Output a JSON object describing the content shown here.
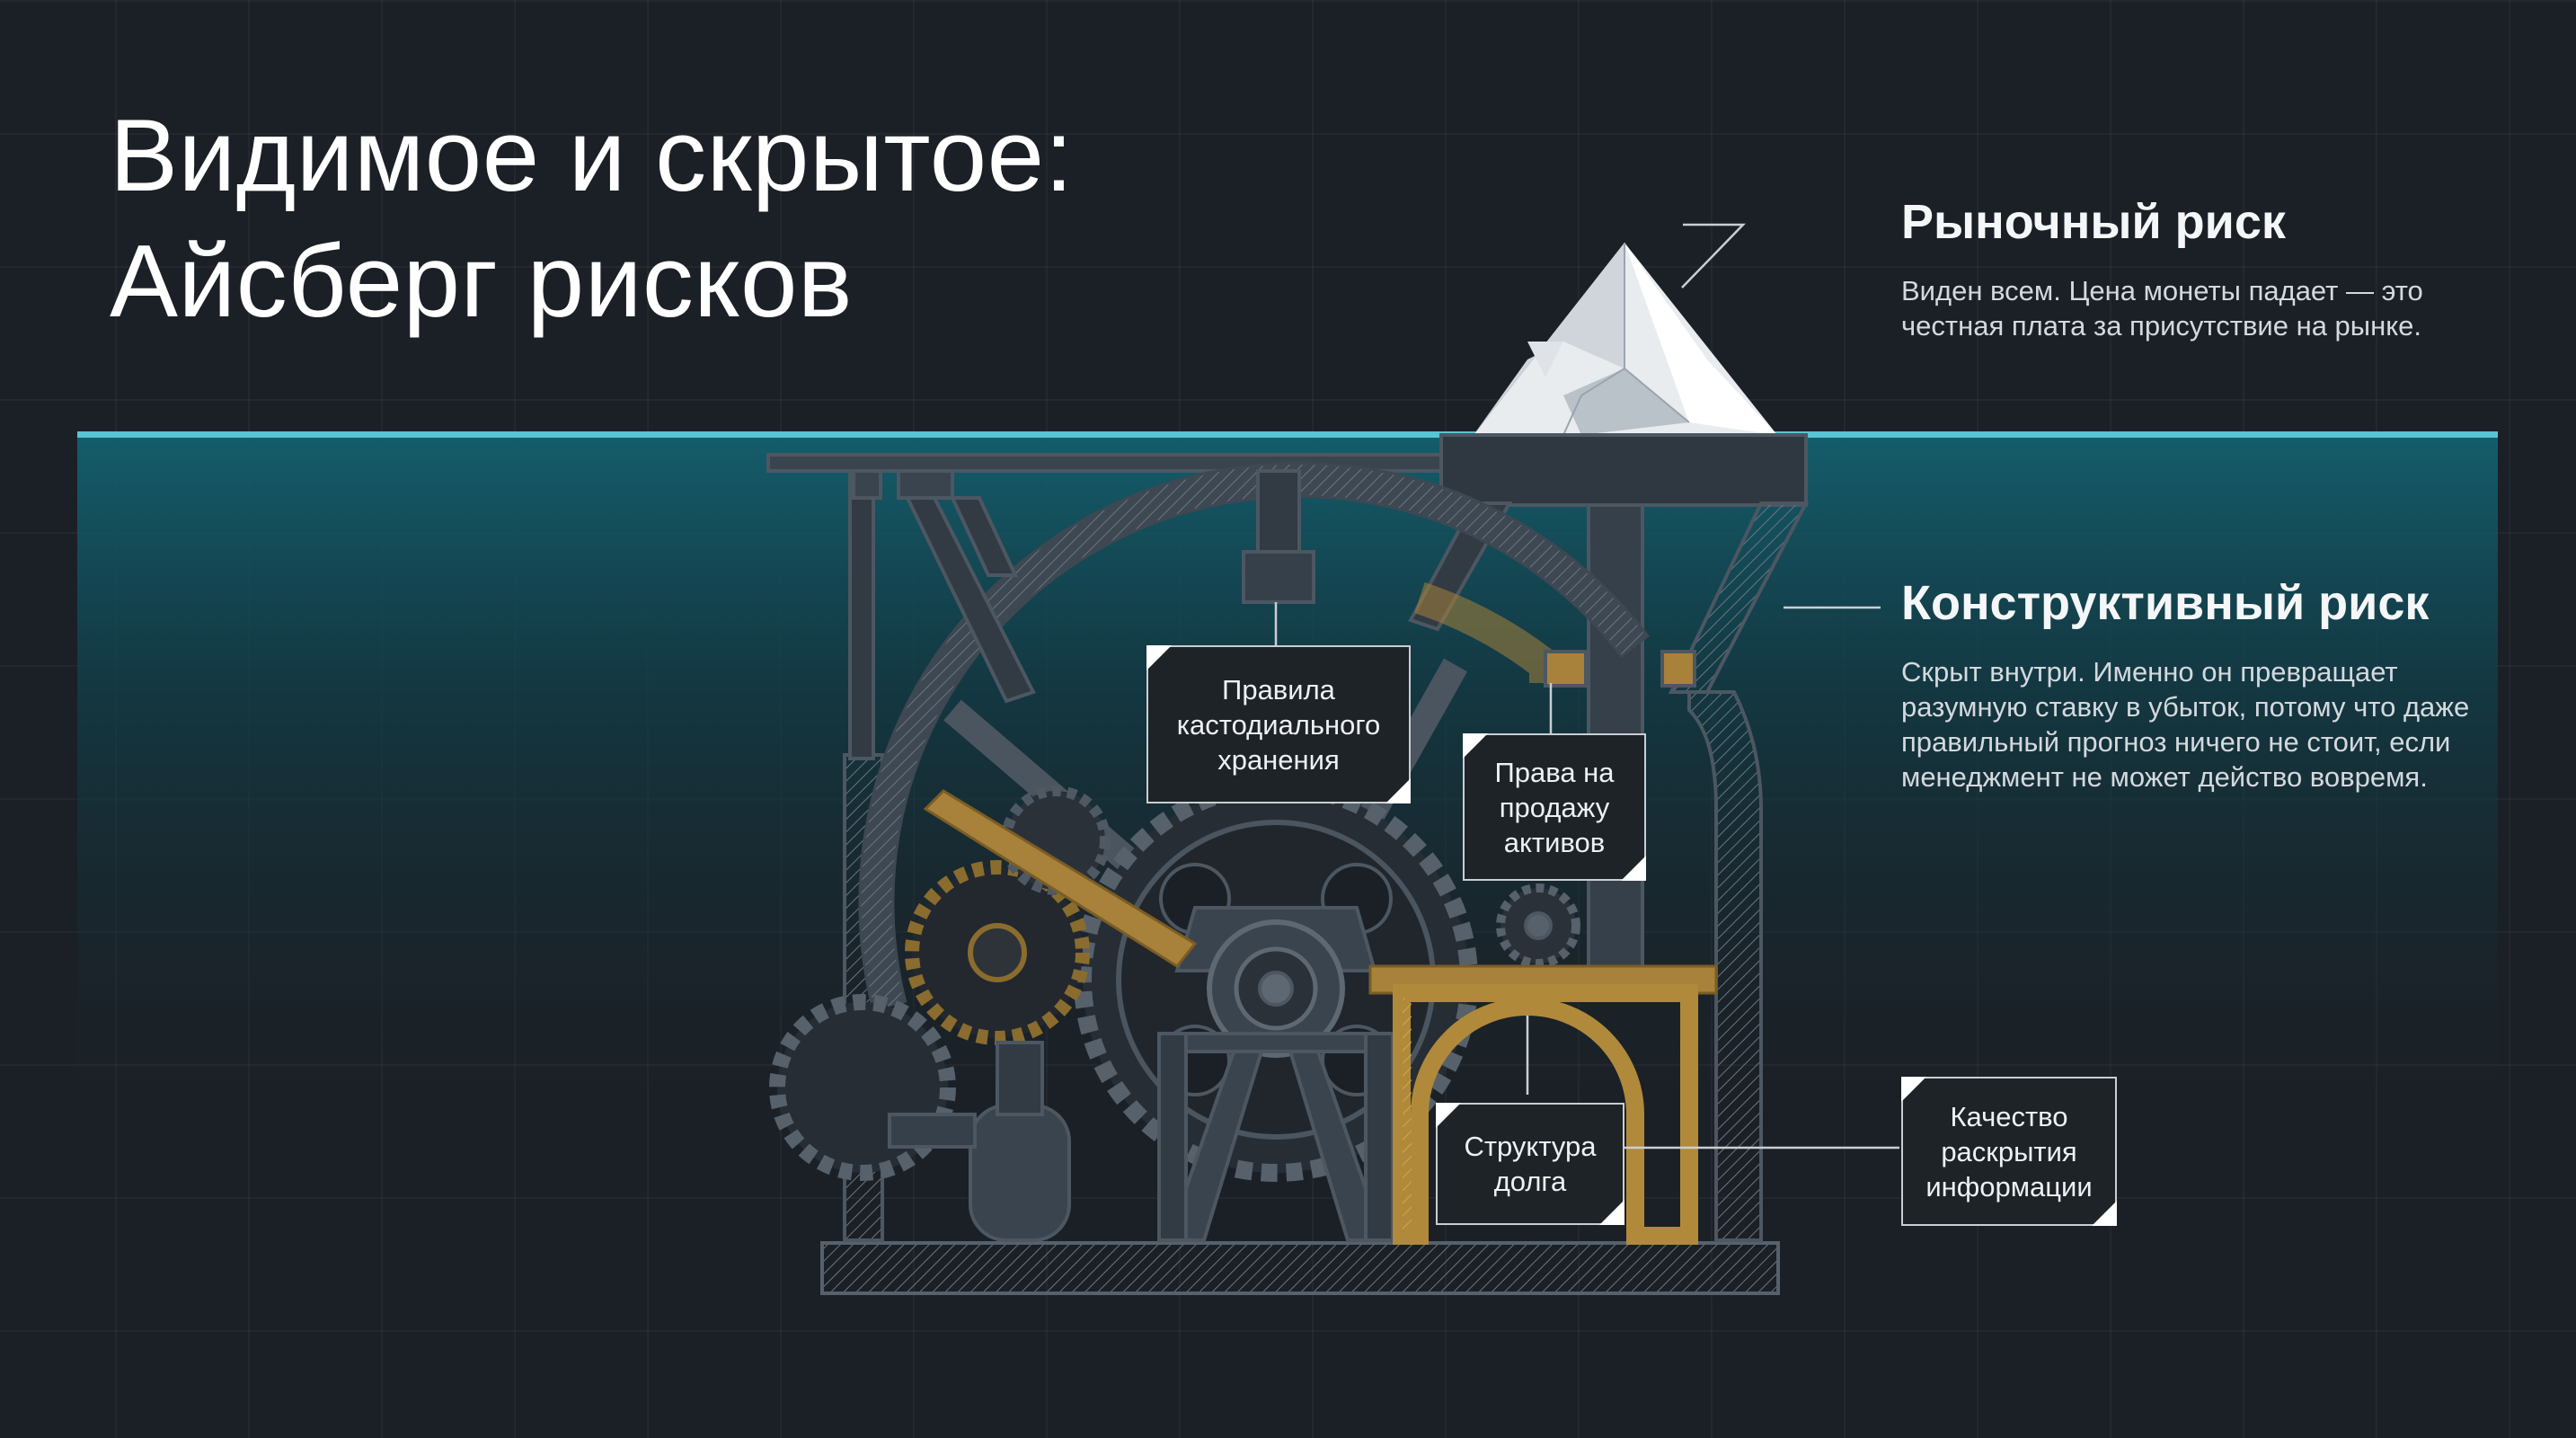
{
  "title": {
    "line1": "Видимое и скрытое:",
    "line2": "Айсберг рисков"
  },
  "risks": [
    {
      "heading": "Рыночный риск",
      "text": "Виден всем. Цена монеты падает — это честная плата за присутствие на рынке."
    },
    {
      "heading": "Конструктивный риск",
      "text": "Скрыт внутри. Именно он превращает разумную ставку в убыток, потому что даже правильный прогноз ничего не стоит, если менеджмент не может действо вовремя."
    }
  ],
  "labels": {
    "custody": "Правила кастодиального хранения",
    "sale_rights": "Права на продажу активов",
    "debt": "Структура долга",
    "disclosure": "Качество раскрытия информации"
  },
  "colors": {
    "background": "#1b2026",
    "water": "#0f4d5c",
    "waterline": "#58c4d6",
    "machine": "#4a5560",
    "accent_gold": "#b08a3a",
    "iceberg": "#f2f4f6"
  }
}
